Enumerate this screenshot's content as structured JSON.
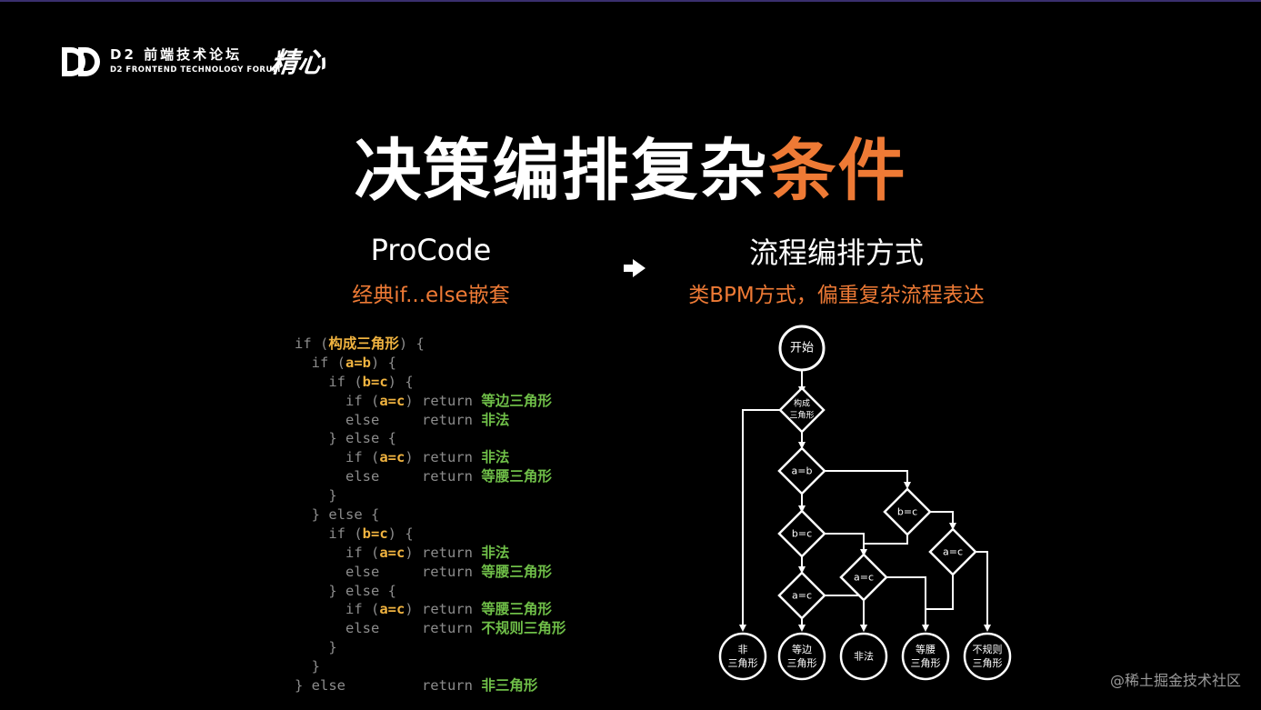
{
  "header": {
    "logo_cn": "D2 前端技术论坛",
    "logo_en": "D2 FRONTEND TECHNOLOGY FORUM",
    "logo_mark": "精心"
  },
  "title": {
    "main": "决策编排复杂",
    "highlight": "条件"
  },
  "left": {
    "heading": "ProCode",
    "subheading": "经典if...else嵌套"
  },
  "right": {
    "heading": "流程编排方式",
    "subheading": "类BPM方式，偏重复杂流程表达"
  },
  "arrow_icon": "right-arrow-icon",
  "code_lines": [
    [
      {
        "t": "if ("
      },
      {
        "t": "构成三角形",
        "k": "cond"
      },
      {
        "t": ") {"
      }
    ],
    [
      {
        "t": "  if ("
      },
      {
        "t": "a=b",
        "k": "cond"
      },
      {
        "t": ") {"
      }
    ],
    [
      {
        "t": "    if ("
      },
      {
        "t": "b=c",
        "k": "cond"
      },
      {
        "t": ") {"
      }
    ],
    [
      {
        "t": "      if ("
      },
      {
        "t": "a=c",
        "k": "cond"
      },
      {
        "t": ") return "
      },
      {
        "t": "等边三角形",
        "k": "res"
      }
    ],
    [
      {
        "t": "      else     return "
      },
      {
        "t": "非法",
        "k": "res"
      }
    ],
    [
      {
        "t": "    } else {"
      }
    ],
    [
      {
        "t": "      if ("
      },
      {
        "t": "a=c",
        "k": "cond"
      },
      {
        "t": ") return "
      },
      {
        "t": "非法",
        "k": "res"
      }
    ],
    [
      {
        "t": "      else     return "
      },
      {
        "t": "等腰三角形",
        "k": "res"
      }
    ],
    [
      {
        "t": "    }"
      }
    ],
    [
      {
        "t": "  } else {"
      }
    ],
    [
      {
        "t": "    if ("
      },
      {
        "t": "b=c",
        "k": "cond"
      },
      {
        "t": ") {"
      }
    ],
    [
      {
        "t": "      if ("
      },
      {
        "t": "a=c",
        "k": "cond"
      },
      {
        "t": ") return "
      },
      {
        "t": "非法",
        "k": "res"
      }
    ],
    [
      {
        "t": "      else     return "
      },
      {
        "t": "等腰三角形",
        "k": "res"
      }
    ],
    [
      {
        "t": "    } else {"
      }
    ],
    [
      {
        "t": "      if ("
      },
      {
        "t": "a=c",
        "k": "cond"
      },
      {
        "t": ") return "
      },
      {
        "t": "等腰三角形",
        "k": "res"
      }
    ],
    [
      {
        "t": "      else     return "
      },
      {
        "t": "不规则三角形",
        "k": "res"
      }
    ],
    [
      {
        "t": "    }"
      }
    ],
    [
      {
        "t": "  }"
      }
    ],
    [
      {
        "t": "} else         return "
      },
      {
        "t": "非三角形",
        "k": "res"
      }
    ]
  ],
  "flowchart": {
    "start": "开始",
    "decisions": {
      "d1": [
        "构成",
        "三角形"
      ],
      "d2": "a=b",
      "d3": "b=c",
      "d4": "b=c",
      "d5": "a=c",
      "d6": "a=c",
      "d7": "a=c"
    },
    "ends": {
      "e1": [
        "非",
        "三角形"
      ],
      "e2": [
        "等边",
        "三角形"
      ],
      "e3": [
        "非法"
      ],
      "e4": [
        "等腰",
        "三角形"
      ],
      "e5": [
        "不规则",
        "三角形"
      ]
    }
  },
  "watermark": "@稀土掘金技术社区",
  "colors": {
    "accent": "#ee7a35",
    "condition": "#f0b340",
    "result": "#6fbe48",
    "code": "#8c8c8c"
  }
}
